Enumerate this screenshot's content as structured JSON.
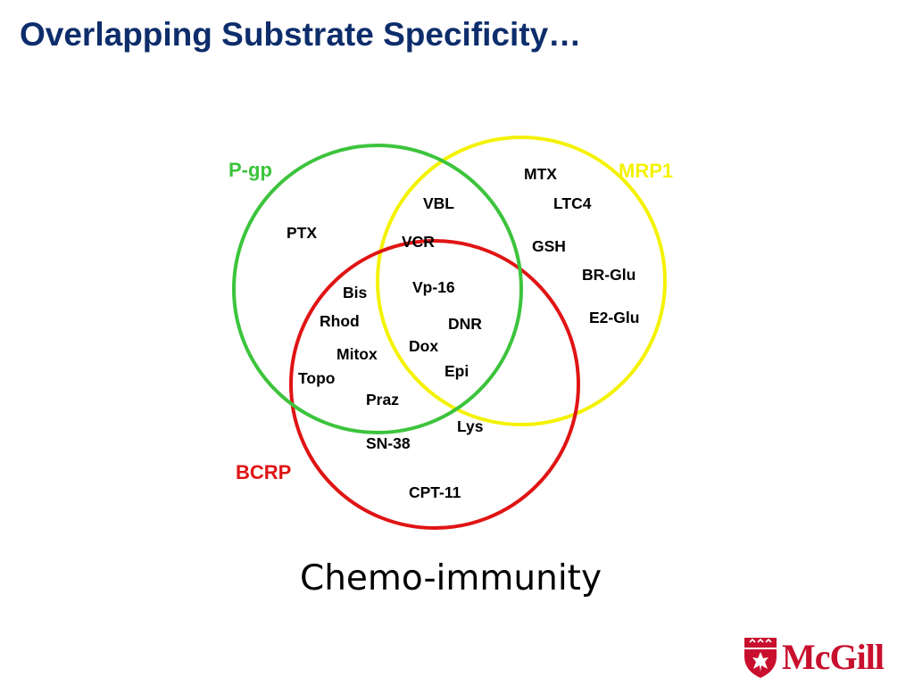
{
  "slide": {
    "title": "Overlapping Substrate Specificity…",
    "subtitle": "Chemo-immunity"
  },
  "diagram": {
    "sets": [
      {
        "id": "pgp",
        "label": "P-gp",
        "color": "#3cc43c"
      },
      {
        "id": "mrp1",
        "label": "MRP1",
        "color": "#f4f200"
      },
      {
        "id": "bcrp",
        "label": "BCRP",
        "color": "#e01414"
      }
    ],
    "substrates": [
      {
        "name": "PTX",
        "sets": [
          "P-gp"
        ]
      },
      {
        "name": "VBL",
        "sets": [
          "P-gp",
          "MRP1"
        ]
      },
      {
        "name": "VCR",
        "sets": [
          "P-gp",
          "MRP1"
        ]
      },
      {
        "name": "MTX",
        "sets": [
          "MRP1"
        ]
      },
      {
        "name": "LTC4",
        "sets": [
          "MRP1"
        ]
      },
      {
        "name": "GSH",
        "sets": [
          "MRP1"
        ]
      },
      {
        "name": "BR-Glu",
        "sets": [
          "MRP1"
        ]
      },
      {
        "name": "E2-Glu",
        "sets": [
          "MRP1"
        ]
      },
      {
        "name": "Bis",
        "sets": [
          "P-gp",
          "BCRP"
        ]
      },
      {
        "name": "Rhod",
        "sets": [
          "P-gp",
          "BCRP"
        ]
      },
      {
        "name": "Mitox",
        "sets": [
          "P-gp",
          "BCRP"
        ]
      },
      {
        "name": "Topo",
        "sets": [
          "P-gp",
          "BCRP"
        ]
      },
      {
        "name": "Praz",
        "sets": [
          "P-gp",
          "BCRP"
        ]
      },
      {
        "name": "Vp-16",
        "sets": [
          "P-gp",
          "MRP1",
          "BCRP"
        ]
      },
      {
        "name": "DNR",
        "sets": [
          "P-gp",
          "MRP1",
          "BCRP"
        ]
      },
      {
        "name": "Dox",
        "sets": [
          "P-gp",
          "MRP1",
          "BCRP"
        ]
      },
      {
        "name": "Epi",
        "sets": [
          "P-gp",
          "MRP1",
          "BCRP"
        ]
      },
      {
        "name": "Lys",
        "sets": [
          "MRP1",
          "BCRP"
        ]
      },
      {
        "name": "SN-38",
        "sets": [
          "BCRP"
        ]
      },
      {
        "name": "CPT-11",
        "sets": [
          "BCRP"
        ]
      }
    ]
  },
  "logo": {
    "text": "McGill",
    "colors": {
      "primary": "#c8102e"
    },
    "icon": "mcgill-shield-icon"
  }
}
